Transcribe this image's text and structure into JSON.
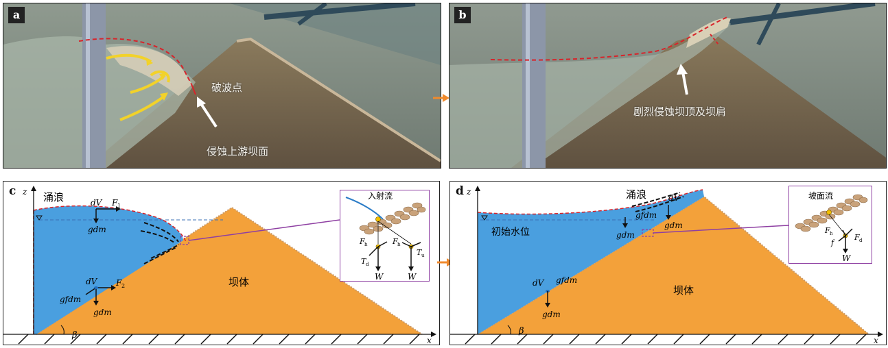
{
  "panels": {
    "a": {
      "label": "a",
      "annotations": {
        "breaking_point": "破波点",
        "erosion": "侵蚀上游坝面"
      }
    },
    "b": {
      "label": "b",
      "annotations": {
        "erosion": "剧烈侵蚀坝顶及坝肩"
      }
    },
    "c": {
      "label": "c",
      "labels": {
        "surge": "涌浪",
        "dam": "坝体",
        "inset_title": "入射流",
        "z": "z",
        "x": "x",
        "beta": "β",
        "dV_top": "dV",
        "F1": "F",
        "F1_sub": "1",
        "gdm_top": "gdm",
        "dV_bot": "dV",
        "F2": "F",
        "F2_sub": "2",
        "gfdm": "gfdm",
        "gdm_bot": "gdm",
        "Fh1": "F",
        "Fh1_sub": "h",
        "Fh2": "F",
        "Fh2_sub": "h",
        "Td": "T",
        "Td_sub": "d",
        "Tu": "T",
        "Tu_sub": "u",
        "W1": "W",
        "W2": "W"
      }
    },
    "d": {
      "label": "d",
      "labels": {
        "surge": "涌浪",
        "initial_level": "初始水位",
        "dam": "坝体",
        "inset_title": "坡面流",
        "z": "z",
        "x": "x",
        "beta": "β",
        "dV_top": "dV",
        "gfdm_top": "gfdm",
        "gdm_top": "gdm",
        "gdm_mid": "gdm",
        "dV_bot": "dV",
        "gfdm_bot": "gfdm",
        "gdm_bot": "gdm",
        "Fh": "F",
        "Fh_sub": "h",
        "Fd": "F",
        "Fd_sub": "d",
        "f": "f",
        "W": "W"
      }
    }
  },
  "colors": {
    "water": "#4a9fdf",
    "dam": "#f3a13a",
    "dashed_red": "#d8232a",
    "inset_border": "#8e3fa2",
    "arrow_orange": "#f08a2c",
    "yellow_flow": "#f2d22a"
  }
}
